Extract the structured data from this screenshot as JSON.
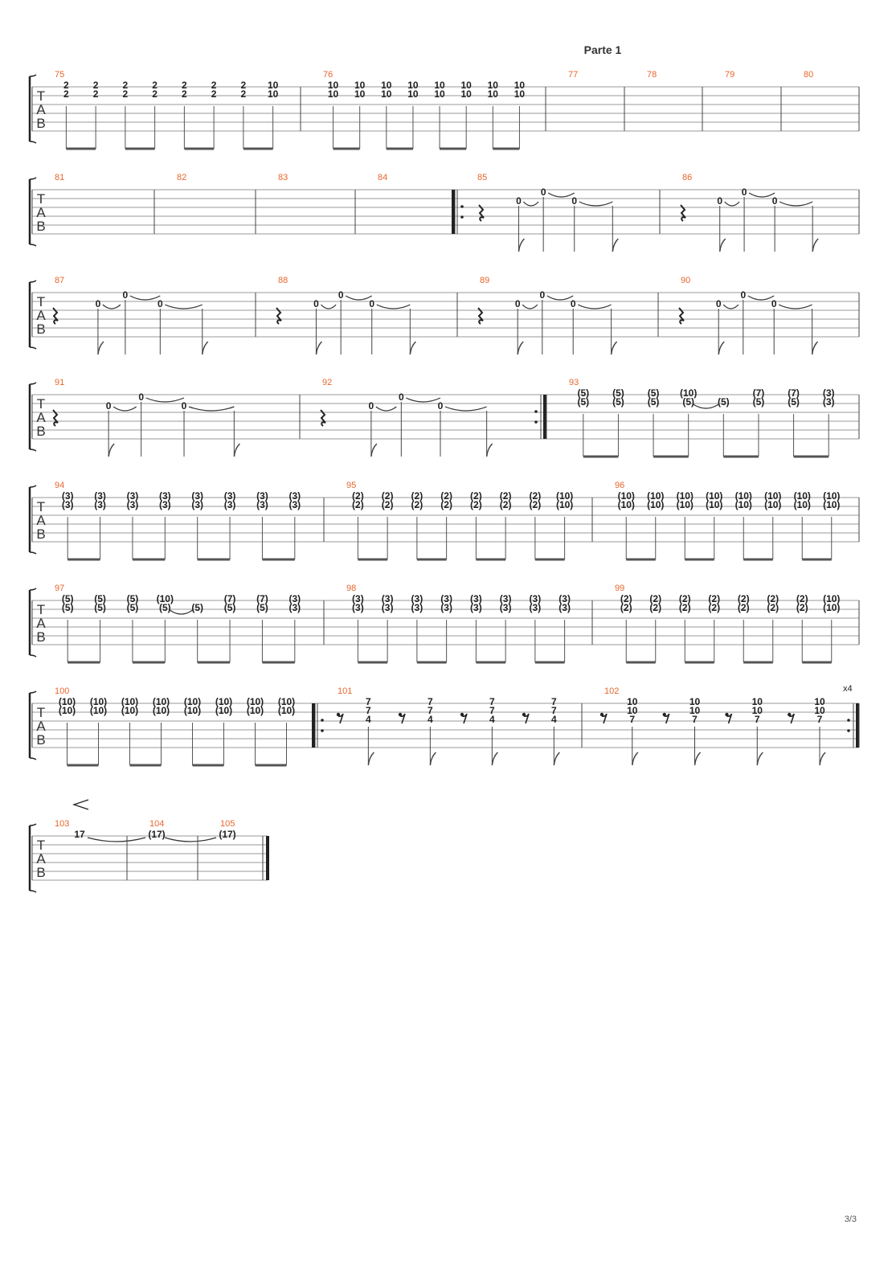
{
  "page": {
    "title": "Parte 1",
    "page_number": "3/3"
  },
  "tab_clef": [
    "T",
    "A",
    "B"
  ],
  "systems": [
    {
      "measures": [
        {
          "number": "75",
          "notes": [
            [
              "2",
              "2"
            ],
            [
              "2",
              "2"
            ],
            [
              "2",
              "2"
            ],
            [
              "2",
              "2"
            ],
            [
              "2",
              "2"
            ],
            [
              "2",
              "2"
            ],
            [
              "2",
              "2"
            ],
            [
              "10",
              "10"
            ]
          ]
        },
        {
          "number": "76",
          "notes": [
            [
              "10",
              "10"
            ],
            [
              "10",
              "10"
            ],
            [
              "10",
              "10"
            ],
            [
              "10",
              "10"
            ],
            [
              "10",
              "10"
            ],
            [
              "10",
              "10"
            ],
            [
              "10",
              "10"
            ],
            [
              "10",
              "10"
            ]
          ]
        },
        {
          "number": "77",
          "notes": []
        },
        {
          "number": "78",
          "notes": []
        },
        {
          "number": "79",
          "notes": []
        },
        {
          "number": "80",
          "notes": []
        }
      ]
    },
    {
      "measures": [
        {
          "number": "81",
          "notes": []
        },
        {
          "number": "82",
          "notes": []
        },
        {
          "number": "83",
          "notes": []
        },
        {
          "number": "84",
          "notes": []
        },
        {
          "number": "85",
          "repeat_start": true,
          "riff": [
            "0",
            "0",
            "0"
          ]
        },
        {
          "number": "86",
          "riff": [
            "0",
            "0",
            "0"
          ]
        }
      ]
    },
    {
      "measures": [
        {
          "number": "87",
          "riff": [
            "0",
            "0",
            "0"
          ]
        },
        {
          "number": "88",
          "riff": [
            "0",
            "0",
            "0"
          ]
        },
        {
          "number": "89",
          "riff": [
            "0",
            "0",
            "0"
          ]
        },
        {
          "number": "90",
          "riff": [
            "0",
            "0",
            "0"
          ]
        }
      ]
    },
    {
      "measures": [
        {
          "number": "91",
          "riff": [
            "0",
            "0",
            "0"
          ]
        },
        {
          "number": "92",
          "riff": [
            "0",
            "0",
            "0"
          ],
          "repeat_end": true
        },
        {
          "number": "93",
          "notes": [
            [
              "(5)",
              "(5)"
            ],
            [
              "(5)",
              "(5)"
            ],
            [
              "(5)",
              "(5)"
            ],
            [
              "(10)",
              "(5)"
            ],
            [
              "",
              "(5)"
            ],
            [
              "(7)",
              "(5)"
            ],
            [
              "(7)",
              "(5)"
            ],
            [
              "(3)",
              "(3)"
            ]
          ]
        }
      ]
    },
    {
      "measures": [
        {
          "number": "94",
          "notes": [
            [
              "(3)",
              "(3)"
            ],
            [
              "(3)",
              "(3)"
            ],
            [
              "(3)",
              "(3)"
            ],
            [
              "(3)",
              "(3)"
            ],
            [
              "(3)",
              "(3)"
            ],
            [
              "(3)",
              "(3)"
            ],
            [
              "(3)",
              "(3)"
            ],
            [
              "(3)",
              "(3)"
            ]
          ]
        },
        {
          "number": "95",
          "notes": [
            [
              "(2)",
              "(2)"
            ],
            [
              "(2)",
              "(2)"
            ],
            [
              "(2)",
              "(2)"
            ],
            [
              "(2)",
              "(2)"
            ],
            [
              "(2)",
              "(2)"
            ],
            [
              "(2)",
              "(2)"
            ],
            [
              "(2)",
              "(2)"
            ],
            [
              "(10)",
              "(10)"
            ]
          ]
        },
        {
          "number": "96",
          "notes": [
            [
              "(10)",
              "(10)"
            ],
            [
              "(10)",
              "(10)"
            ],
            [
              "(10)",
              "(10)"
            ],
            [
              "(10)",
              "(10)"
            ],
            [
              "(10)",
              "(10)"
            ],
            [
              "(10)",
              "(10)"
            ],
            [
              "(10)",
              "(10)"
            ],
            [
              "(10)",
              "(10)"
            ]
          ]
        }
      ]
    },
    {
      "measures": [
        {
          "number": "97",
          "notes": [
            [
              "(5)",
              "(5)"
            ],
            [
              "(5)",
              "(5)"
            ],
            [
              "(5)",
              "(5)"
            ],
            [
              "(10)",
              "(5)"
            ],
            [
              "",
              "(5)"
            ],
            [
              "(7)",
              "(5)"
            ],
            [
              "(7)",
              "(5)"
            ],
            [
              "(3)",
              "(3)"
            ]
          ]
        },
        {
          "number": "98",
          "notes": [
            [
              "(3)",
              "(3)"
            ],
            [
              "(3)",
              "(3)"
            ],
            [
              "(3)",
              "(3)"
            ],
            [
              "(3)",
              "(3)"
            ],
            [
              "(3)",
              "(3)"
            ],
            [
              "(3)",
              "(3)"
            ],
            [
              "(3)",
              "(3)"
            ],
            [
              "(3)",
              "(3)"
            ]
          ]
        },
        {
          "number": "99",
          "notes": [
            [
              "(2)",
              "(2)"
            ],
            [
              "(2)",
              "(2)"
            ],
            [
              "(2)",
              "(2)"
            ],
            [
              "(2)",
              "(2)"
            ],
            [
              "(2)",
              "(2)"
            ],
            [
              "(2)",
              "(2)"
            ],
            [
              "(2)",
              "(2)"
            ],
            [
              "(10)",
              "(10)"
            ]
          ]
        }
      ]
    },
    {
      "measures": [
        {
          "number": "100",
          "notes": [
            [
              "(10)",
              "(10)"
            ],
            [
              "(10)",
              "(10)"
            ],
            [
              "(10)",
              "(10)"
            ],
            [
              "(10)",
              "(10)"
            ],
            [
              "(10)",
              "(10)"
            ],
            [
              "(10)",
              "(10)"
            ],
            [
              "(10)",
              "(10)"
            ],
            [
              "(10)",
              "(10)"
            ]
          ]
        },
        {
          "number": "101",
          "repeat_start": true,
          "chords": [
            [
              "7",
              "7",
              "4"
            ],
            [
              "7",
              "7",
              "4"
            ],
            [
              "7",
              "7",
              "4"
            ],
            [
              "7",
              "7",
              "4"
            ]
          ]
        },
        {
          "number": "102",
          "chords": [
            [
              "10",
              "10",
              "7"
            ],
            [
              "10",
              "10",
              "7"
            ],
            [
              "10",
              "10",
              "7"
            ],
            [
              "10",
              "10",
              "7"
            ]
          ],
          "repeat_end": true,
          "repeat_count": "x4"
        }
      ]
    },
    {
      "measures": [
        {
          "number": "103",
          "note": "17"
        },
        {
          "number": "104",
          "note": "(17)"
        },
        {
          "number": "105",
          "note": "(17)"
        }
      ],
      "dynamic": "crescendo-hairpin"
    }
  ]
}
